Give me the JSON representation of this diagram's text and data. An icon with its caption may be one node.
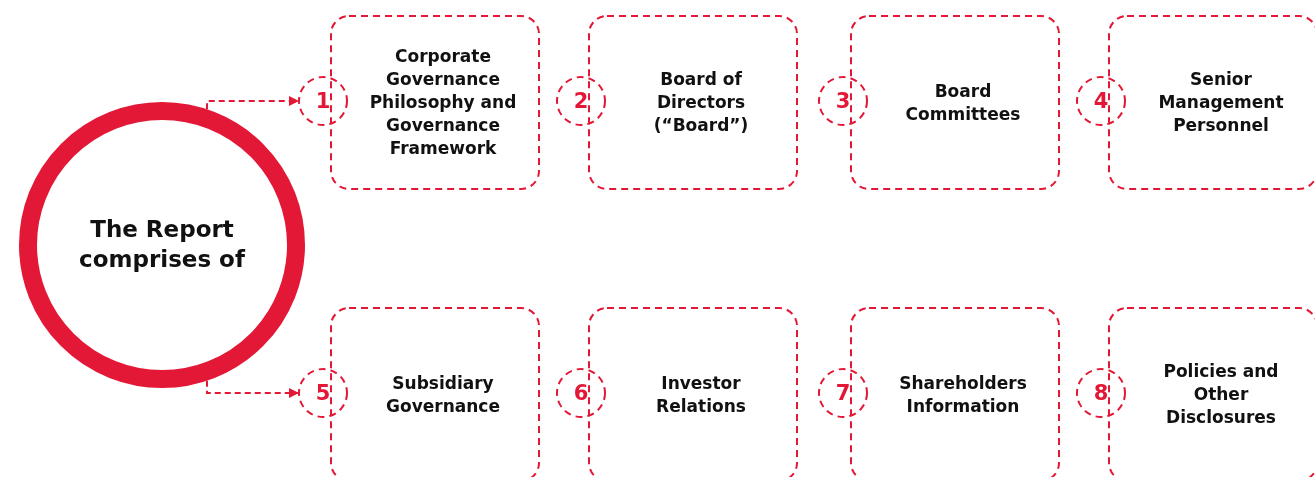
{
  "diagram": {
    "nodes": [
      {
        "text": [
          "The Report comprises of"
        ]
      },
      {
        "text": [
          "1"
        ]
      },
      {
        "text": [
          "Corporate Governance Philosophy and Governance Framework"
        ]
      },
      {
        "text": [
          "2"
        ]
      },
      {
        "text": [
          "Board of Directors (“Board”)"
        ]
      },
      {
        "text": [
          "3"
        ]
      },
      {
        "text": [
          "Board Committees"
        ]
      },
      {
        "text": [
          "4"
        ]
      },
      {
        "text": [
          "Senior Management Personnel"
        ]
      },
      {
        "text": [
          "5"
        ]
      },
      {
        "text": [
          "Subsidiary Governance"
        ]
      },
      {
        "text": [
          "6"
        ]
      },
      {
        "text": [
          "Investor Relations"
        ]
      },
      {
        "text": [
          "7"
        ]
      },
      {
        "text": [
          "Shareholders Information"
        ]
      },
      {
        "text": [
          "8"
        ]
      },
      {
        "text": [
          "Policies and Other Disclosures"
        ]
      }
    ],
    "edges": [
      {
        "from": 0,
        "to": 1,
        "arrow": "to",
        "style": "dashed"
      },
      {
        "from": 0,
        "to": 9,
        "arrow": "to",
        "style": "dashed"
      }
    ]
  }
}
